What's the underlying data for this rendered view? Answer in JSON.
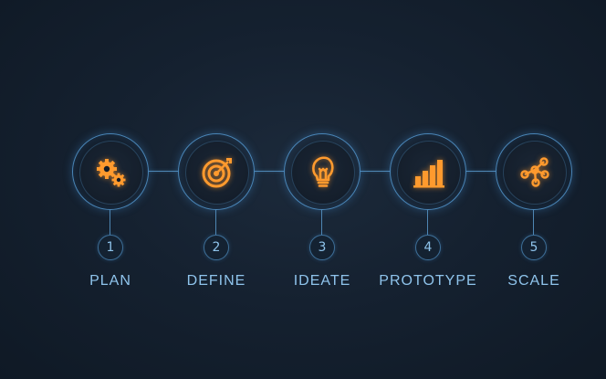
{
  "colors": {
    "background": "#152130",
    "line": "#4e86b3",
    "icon": "#ff9a2e",
    "text": "#8fc4ec"
  },
  "steps": [
    {
      "number": "1",
      "label": "PLAN",
      "icon": "gears-icon"
    },
    {
      "number": "2",
      "label": "DEFINE",
      "icon": "target-icon"
    },
    {
      "number": "3",
      "label": "IDEATE",
      "icon": "lightbulb-icon"
    },
    {
      "number": "4",
      "label": "PROTOTYPE",
      "icon": "bar-chart-icon"
    },
    {
      "number": "5",
      "label": "SCALE",
      "icon": "network-icon"
    }
  ]
}
